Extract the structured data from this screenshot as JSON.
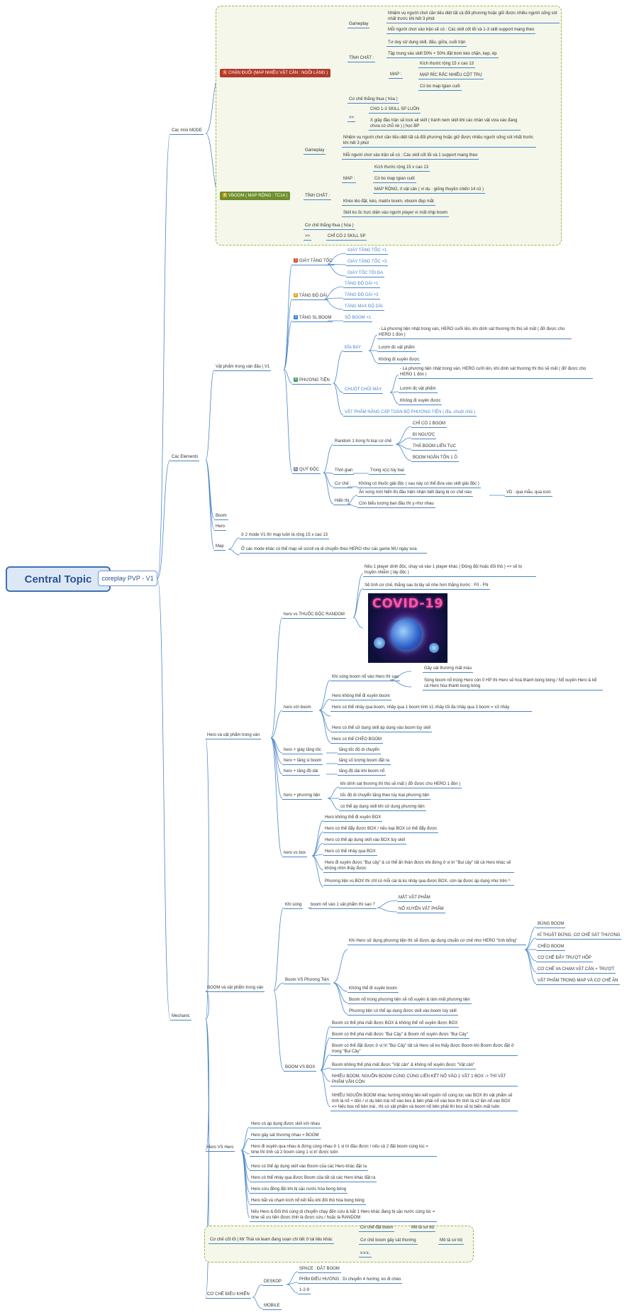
{
  "central": "Central Topic",
  "main": "coreplay PVP - V1",
  "branches": {
    "mini_mode": "Các mini MODE",
    "elements": "Các Elements",
    "mechanic": "Mechanic"
  },
  "mini": {
    "chan_duoi": "CHẶN ĐUỔI (MAP NHIỀU VẬT CẢN : NGÕI LÀNG )",
    "chan_duoi_marker": "1",
    "gameplay": "Gameplay",
    "gp1": "Nhiệm vụ người chơi cần tiêu diệt tất cả đối phương hoặc giữ được nhiều người sống sót nhất trước khi hết 3 phút",
    "gp2": "Mỗi người chơi vào trận sẽ có : Các skill cốt lõi và 1-3 skill support mang theo",
    "tinh_chat": "TÍNH CHẤT :",
    "tc1": "Tư duy sử dụng skill, đấu, giữa, cuối trận",
    "tc2": "Tập trung vào skill 50% + 50% đặt bom kéo chặn, kẹp, ép",
    "map": "MAP :",
    "m1": "Kích thước rộng 15 x cao 13",
    "m2": "MAP RÍC RẮC NHIỀU CỘT TRỤ",
    "m3": "Có bo map tgian cuối",
    "win": "Cơ chế thắng thua ( hòa )",
    "gt": ">>",
    "sp1": "CHO 1-3 SKILL SP LUÔN",
    "sp2": "X giây đầu trận sẽ lock all skill ( tránh nem skill khi các nhân vật vừa vào đang chưa có chỗ nè ) | học BP",
    "vboom": "VBOOM ( MAP RỘNG : TC14 )",
    "vboom_marker": "2",
    "v_gameplay": "Gameplay",
    "vgp1": "Nhiệm vụ người chơi cần tiêu diệt tất cả đối phương hoặc giữ được nhiều người sống sót nhất trước khi hết 3 phút",
    "vgp2": "Mỗi người chơi vào trận sẽ có : Các skill cốt lõi và 1 support mang theo",
    "v_tinh_chat": "TÍNH CHẤT :",
    "v_map": "MAP :",
    "vm1": "Kích thước rộng 15 x cao 13",
    "vm2": "Có bo map tgian cuối",
    "vm3": "MAP RỘNG, ít vật cản ( ví dụ : giống thuyền chiến 14 cũ )",
    "vtc2": "Khéo léo đặt, kéo, matrix boom, vboom đẹp mắt",
    "vtc3": "Skill ko ốc trực diện vào người player vì mất nhịp boom",
    "v_win": "Cơ chế thắng thua ( hòa )",
    "v_gt": ">>",
    "v_sp": "CHỈ CÓ 2 SKILL SP"
  },
  "elements": {
    "vat_pham": "Vật phẩm trong ván đấu | V1",
    "giay": "GIÀY TĂNG TỐC",
    "g1": "GIÀY TĂNG TỐC +1",
    "g2": "GIÀY TĂNG TỐC +3",
    "g3": "GIÀY TỐC TỐI ĐA",
    "do_dai": "TĂNG ĐỘ DÀI",
    "d1": "TĂNG ĐỘ DÀI +1",
    "d2": "TĂNG ĐỘ DÀI +3",
    "d3": "TĂNG MAX ĐỘ DÀI",
    "sl_boom": "TĂNG SL BOOM",
    "s1": "SỐ BOOM +1",
    "phuong_tien": "PHƯƠNG TIỆN",
    "dia_bay": "ĐĨA BAY",
    "db1": "- Là phương tiện nhật trong ván, HERO cưỡi lên, khi dính sát thương thì thú sẽ mất ( đỡ được cho HERO 1 đòn )",
    "db2": "Lượm đc vật phẩm",
    "db3": "Không đi xuyên được",
    "chuot": "CHUỘT CHŨI MÁY",
    "cc1": "- Là phương tiện nhật trong ván, HERO cưỡi lên, khi dính sát thương thì thú sẽ mất ( đỡ được cho HERO 1 đòn )",
    "cc2": "Lượm đc vật phẩm",
    "cc3": "Không đi xuyên được",
    "nang_cap": "VẬT PHẨM NÂNG CẤP TOÀN BỘ PHƯƠNG TIỆN ( đĩa, chuột chũi )",
    "quy_doc": "QUỶ ĐỘC",
    "random": "Random 1 trong N loại cơ chế",
    "r1": "CHỈ CÓ 1 BOOM",
    "r2": "ĐI NGƯỢC",
    "r3": "THẢ BOOM LIÊN TỤC",
    "r4": "BOOM NGẮN TỐN 1 Ô",
    "thoi_gian": "Thời gian",
    "tg1": "Trong x(s) tùy loại",
    "co_che": "Cơ chế :",
    "cc_a": "Không có thuốc giải độc ( sau này có thể đưa vào skill giải độc )",
    "hien_thi": "Hiển thị",
    "ht1": "Ăn xong mới hiển thị đầu hiện nhận biết đang bị cơ chế nào",
    "ht1b": "VD : qua mẫu, qua icon",
    "ht2": "Còn biểu tượng ban đầu thì y như nhau",
    "boom": "Boom",
    "hero": "Hero",
    "map": "Map",
    "map1": "ở 2 mode V1 thì map luôn là rộng 15 x cao 13",
    "map2": "Ở các mode khác có thể map sẽ scroll và di chuyển theo HERO như các game MU ngày xưa"
  },
  "mech": {
    "hero_vp": "Hero  và vật phẩm trong ván",
    "hero_thuoc": "hero vs THUỐC ĐỘC RANDOM",
    "ht1": "Nếu 1 player dính độc, chạy và vào 1 player khác ( Đồng đội hoặc đối thủ )  => sẽ bị truyền nhiễm ( lây độc )",
    "ht2": "Sẽ tính cơ chế, thắng sau bị lây sẽ nhe hơn thằng trước : F0 - FN",
    "covid": "COVID-19",
    "hero_boom": "hero với boom",
    "hb_a": "Khi sóng boom nổ vào Hero thì sao",
    "hb_a1": "Gây sát thương mất máu",
    "hb_a2": "Sóng boom nổ trúng Hero còn 0 HP thì Hero sẽ hoá thành bong bóng / Nổ xuyên Hero & kể cả Hero hóa thành bong bóng",
    "hb2": "Hero không thể đi xuyên boom",
    "hb3": "Hero có thể nhảy qua boom, nhảy qua 1 boom tính x1 nhảy tối đa nhảy qua 3 boom = x3 nhảy",
    "hb4": "Hero có thể sử dụng skill áp dụng vào boom tùy skill",
    "hb5": "Hero có thể CHÈO BOOM",
    "hero_giay": "hero + giày tăng tốc",
    "hg1": "tăng tốc độ di chuyển",
    "hero_sl": "hero + tăng sl boom",
    "hs1": "tăng số lượng boom đặt ra",
    "hero_dd": "hero + tăng độ dài",
    "hd1": "tăng độ dài khi boom nổ",
    "hero_pt": "hero + phương tiện",
    "hp1": "khi dính sát thương thì thú sẽ mất ( đỡ được cho HERO 1 đòn )",
    "hp2": "tốc độ di chuyển tăng theo tùy loại phương tiện",
    "hp3": "có thể áp dụng skill khi sử dụng phương tiện",
    "hero_box": "hero vs box",
    "hx1": "Hero không thể đi xuyên BOX",
    "hx2": "Hero có thể đẩy được BOX / nếu loại BOX có thể đẩy được",
    "hx3": "Hero có thể áp dụng skill vào BOX tùy skill",
    "hx4": "Hero có thể nhảy qua BOX",
    "hx5": "Hero đi xuyên được \"Bụi cây\" & có thể ẩn thân được khi đứng ở vị trí \"Bụi cây\" tất cả Hero khác sẽ không nhìn thấy được",
    "hx6": "Phương tiện vs BOX thì chỉ có mỗi cái là ko nhảy qua được BOX, còn lại được áp dụng như trên ^",
    "boom_vp": "BOOM và vật phẩm trong ván",
    "khi_song": "Khi sóng",
    "ks": "boom nổ vào 1 vật phẩm thì sao ?",
    "ks1": "MẤT VẬT PHẨM",
    "ks2": "NỔ XUYÊN VẬT PHẨM",
    "boom_pt": "Boom VS Phương Tiện",
    "bp1": "Khi Hero sử dụng phương tiện thì sẽ được áp dụng chuẩn cơ chế như HERO \"tính bổng\"",
    "bp1a": "BÙNG BOOM",
    "bp1b": "KĨ THUẬT ĐỨNG, CƠ CHẾ SÁT THƯƠNG",
    "bp1c": "CHÈO BOOM",
    "bp1d": "CƠ CHẾ ĐẨY TRƯỢT HỐP",
    "bp1e": "CƠ CHẾ VA CHẠM VẬT CẢN + TRƯỢT",
    "bp1f": "VẬT PHẨM TRONG MAP VÀ CƠ CHẾ ĂN",
    "bp2": "Không thể đi xuyên boom",
    "bp3": "Boom nổ trúng phương tiện sẽ nổ xuyên & làm mất phương tiện",
    "bp4": "Phương tiện có thể áp dụng được skill vào boom tùy skill",
    "boom_box": "BOOM VS BOX",
    "bb1": "Boom có thể phá mất được BOX & không thể nổ xuyên được BOX",
    "bb2": "Boom có thể phá mất được \"Bụi Cây\" & Boom nổ xuyên được \"Bụi Cây\"",
    "bb3": "Boom có thể đặt được ở vị trí \"Bụi Cây\" tất cả Hero sẽ ko thấy được Boom khi Boom được đặt ở trong \"Bụi Cây\"",
    "bb4": "Boom không thể phá mất được \"Vật cản\" & không nổ xuyên được \"Vật cản\"",
    "bb5": "NHIỀU BOOM, NGUỒN BOOM CÙNG CÙNG LIÊN KẾT NỔ VÀO 1 VẬT 1 BOX -> THÌ VẬT PHẨM VẪN CÒN",
    "bb6": "NHIỀU NGUỒN BOOM khác hướng không liên kết nguồn nổ cùng lúc vào BOX thì vật phẩm sẽ tính là nổ + dồn / ví dụ bên trái nổ vào box & bên phải nổ vào box thì tính là x2 lần nổ vào BOX => Nếu box nổ bên trái , thì có vật phẩm và boom nổ bên phải thì box sẽ bị biến mất luôn",
    "hero_hero": "Hero VS Hero",
    "hh1": "Hero có áp dụng được skill với nhau",
    "hh2": "Hero gây sát thương nhau = BOOM",
    "hh3": "Hero đi xuyên qua nhau & đứng cùng nhau ở 1 vị trí đầu được / nếu cả 2 đặt boom cùng lúc = time thì tính cả 2 boom cùng 1 vị trí được luôn",
    "hh4": "Hero có thể áp dụng skill vào Boom của các Hero khác đặt ra",
    "hh5": "Hero có thể nhảy qua được Boom của tất cả các Hero khác đặt ra",
    "hh6": "Hero cứu đồng đội khi bị sặc nước hóa bong bóng",
    "hh7": "Hero bắt và chạm kích nổ kết liễu khi đối thủ hóa bong bóng",
    "hh8": "Nếu Hero & Đối thủ cùng di chuyển chạy đến cứu & bắt 1 Hero khác đang bị sặc nước cùng lúc = time sẽ ưu tiên được tính là được cứu / hoặc là RANDOM",
    "core": "Cơ chế cốt lõi | Mr Thái và team đang soạn chi tiết ở tài liệu khác",
    "c1": "Cơ chế đặt boom",
    "c1a": "Mô tả sơ bộ",
    "c2": "Cơ chế boom gây sát thương",
    "c2a": "Mô tả sơ bộ",
    "c3": "v.v.v..",
    "dieu_khien": "CƠ CHẾ ĐIỀU KHIỂN",
    "desktop": "DESKOP",
    "dk1": "SPACE : ĐẶT BOOM",
    "dk2": "PHÍM ĐIỀU HƯỚNG : Di chuyển 4 hướng, ko đi chéo",
    "dk3": "1-2-9",
    "mobile": "MOBILE"
  }
}
